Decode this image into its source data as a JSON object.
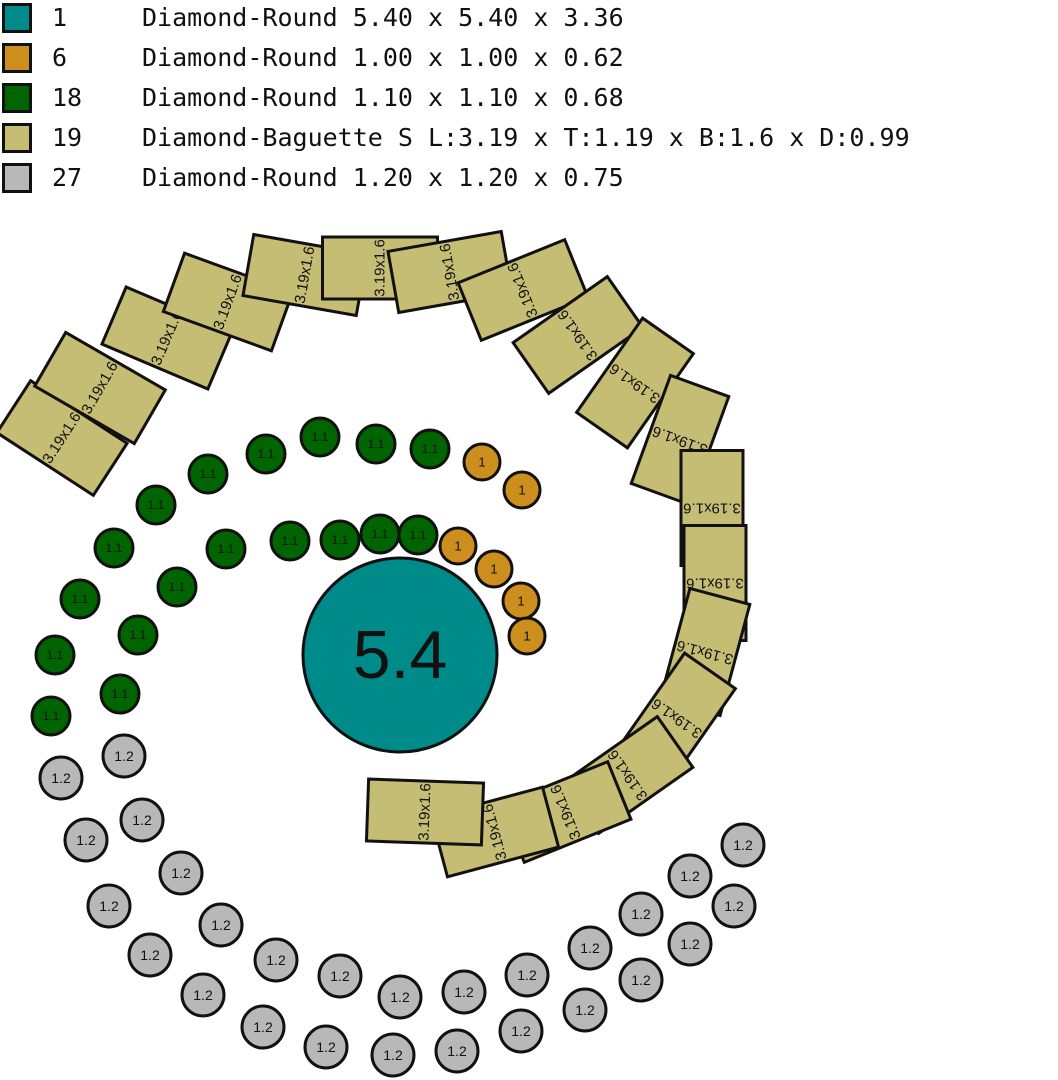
{
  "colors": {
    "Diamond-Round 5.40": "#008b8b",
    "Diamond-Round 1.00": "#cc8f1e",
    "Diamond-Round 1.10": "#006400",
    "Diamond-Baguette": "#c6bd74",
    "Diamond-Round 1.20": "#b8b8b8",
    "outline": "#111111"
  },
  "legend": [
    {
      "count": "1",
      "description": "Diamond-Round 5.40 x 5.40 x 3.36",
      "color": "#008b8b"
    },
    {
      "count": "6",
      "description": "Diamond-Round 1.00 x 1.00 x 0.62",
      "color": "#cc8f1e"
    },
    {
      "count": "18",
      "description": "Diamond-Round 1.10 x 1.10 x 0.68",
      "color": "#006400"
    },
    {
      "count": "19",
      "description": "Diamond-Baguette S L:3.19 x T:1.19 x B:1.6 x D:0.99",
      "color": "#c6bd74"
    },
    {
      "count": "27",
      "description": "Diamond-Round 1.20 x 1.20 x 0.75",
      "color": "#b8b8b8"
    }
  ],
  "stones": {
    "center": {
      "label": "5.4"
    },
    "round_1_0": {
      "label": "1",
      "count": 6
    },
    "round_1_1": {
      "label": "1.1",
      "count": 18
    },
    "baguette": {
      "label": "3.19x1.6",
      "count": 19
    },
    "round_1_2": {
      "label": "1.2",
      "count": 27
    }
  }
}
